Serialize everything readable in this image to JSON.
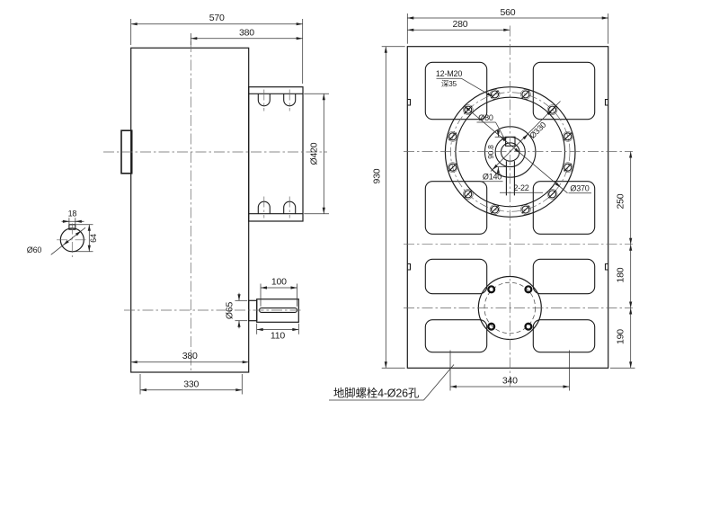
{
  "drawing": {
    "background": "#ffffff",
    "line_color": "#1c1c1c",
    "centerline_color": "#666666",
    "side_view": {
      "overall_width": "570",
      "flange_offset": "380",
      "flange_dia": "Ø420",
      "body_width": "380",
      "base_span": "330",
      "shaft_dia": "Ø65",
      "key_length": "100",
      "shaft_length": "110",
      "detail": {
        "dia": "Ø60",
        "key_width": "18",
        "key_height": "64"
      }
    },
    "front_view": {
      "overall_width": "560",
      "center_offset": "280",
      "overall_height": "930",
      "dim_250": "250",
      "dim_180": "180",
      "dim_190": "190",
      "anchor_span": "340",
      "flange": {
        "tap_note": "12-M20",
        "tap_depth": "深35",
        "bore_dia": "Ø80",
        "bolt_circle_dia": "Ø330",
        "hub_dia": "Ø140",
        "flange_dia": "Ø370",
        "keyway_note": "2-22",
        "keyway_dim": "90.8"
      },
      "anchor_note": "地脚螺栓4-Ø26孔"
    }
  }
}
